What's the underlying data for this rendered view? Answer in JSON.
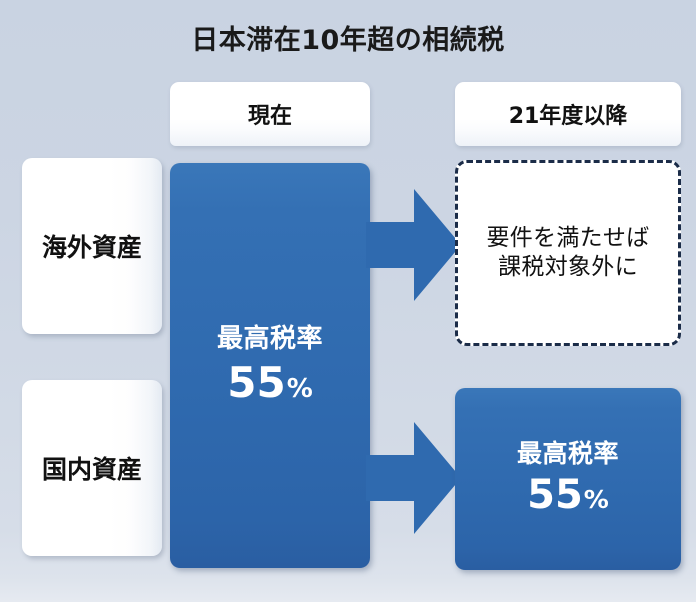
{
  "title": "日本滞在10年超の相続税",
  "colors": {
    "blue": "#2f6aaf",
    "background_top": "#c9d3e2",
    "background_bottom": "#e6eaf1",
    "text_dark": "#111111",
    "dashed_border": "#1b2c48"
  },
  "headers": {
    "current": "現在",
    "future": "21年度以降"
  },
  "rows": [
    {
      "label": "海外資産"
    },
    {
      "label": "国内資産"
    }
  ],
  "current_column": {
    "rate_label": "最高税率",
    "rate_value": "55",
    "rate_unit": "%"
  },
  "future_column": {
    "overseas_result": {
      "line1": "要件を満たせば",
      "line2": "課税対象外に"
    },
    "domestic_result": {
      "rate_label": "最高税率",
      "rate_value": "55",
      "rate_unit": "%"
    }
  },
  "arrows": [
    {
      "name": "arrow-overseas",
      "direction": "right"
    },
    {
      "name": "arrow-domestic",
      "direction": "right"
    }
  ]
}
